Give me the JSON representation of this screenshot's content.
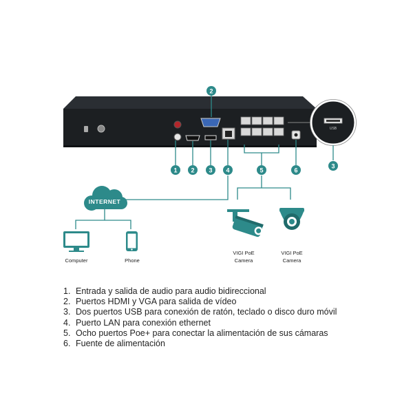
{
  "diagram": {
    "callouts": [
      "1",
      "2",
      "3",
      "4",
      "5",
      "6",
      "2",
      "3"
    ],
    "internet_label": "INTERNET",
    "devices": {
      "computer": "Computer",
      "phone": "Phone",
      "bullet_camera": [
        "VIGI PoE",
        "Camera"
      ],
      "dome_camera": [
        "VIGI PoE",
        "Camera"
      ]
    },
    "inset_usb_label": "USB",
    "colors": {
      "teal": "#2d8a8a",
      "device_body": "#1c1f22",
      "line": "#2d8a8a"
    }
  },
  "legend": [
    {
      "num": "1.",
      "text": "Entrada y salida de audio para audio bidireccional"
    },
    {
      "num": "2.",
      "text": "Puertos HDMI y VGA para salida de vídeo"
    },
    {
      "num": "3.",
      "text": "Dos puertos USB para conexión de ratón, teclado o disco duro móvil"
    },
    {
      "num": "4.",
      "text": "Puerto LAN para conexión ethernet"
    },
    {
      "num": "5.",
      "text": "Ocho puertos Poe+ para conectar la alimentación de sus cámaras"
    },
    {
      "num": "6.",
      "text": "Fuente de alimentación"
    }
  ]
}
